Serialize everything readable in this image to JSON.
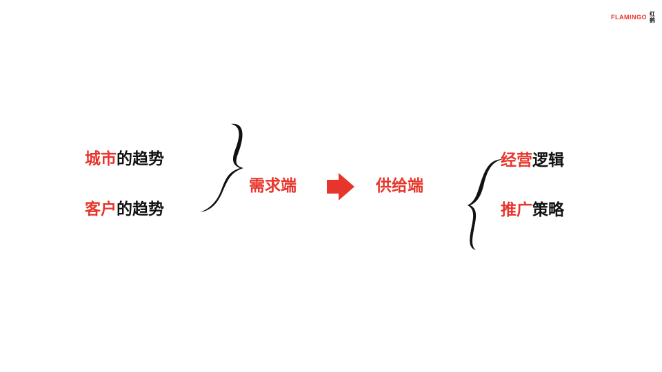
{
  "logo": {
    "brand": "FLAMINGO",
    "cn": "红鹤"
  },
  "left": [
    {
      "accent": "城市",
      "rest": "的趋势"
    },
    {
      "accent": "客户",
      "rest": "的趋势"
    }
  ],
  "demand": "需求端",
  "supply": "供给端",
  "right": [
    {
      "accent": "经营",
      "rest": "逻辑"
    },
    {
      "accent": "推广",
      "rest": "策略"
    }
  ],
  "colors": {
    "accent": "#e8352b",
    "text": "#111111"
  }
}
